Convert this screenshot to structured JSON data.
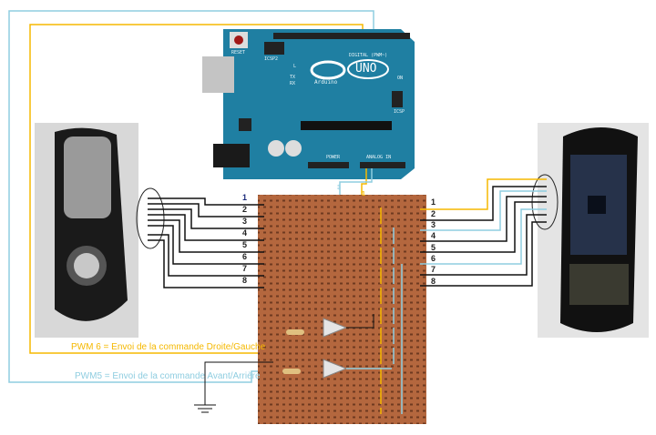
{
  "colors": {
    "pwm6_wire": "#f5b800",
    "pwm5_wire": "#8fcde0",
    "board": "#1f7fa2",
    "protoboard": "#b4673e"
  },
  "arduino": {
    "brand": "Arduino",
    "model": "UNO",
    "reset": "RESET",
    "icsp": "ICSP2",
    "digital": "DIGITAL (PWM~)",
    "analog": "ANALOG IN",
    "power": "POWER",
    "tx": "TX",
    "rx": "RX",
    "on": "ON",
    "l": "L",
    "icsp1": "ICSP"
  },
  "labels": {
    "pwm6": "PWM 6 = Envoi de la commande Droite/Gauche",
    "pwm5": "PWM5 = Envoi de la commande Avant/Arrière"
  },
  "pins_left": [
    "1",
    "2",
    "3",
    "4",
    "5",
    "6",
    "7",
    "8"
  ],
  "pins_right": [
    "1",
    "2",
    "3",
    "4",
    "5",
    "6",
    "7",
    "8"
  ],
  "wire_markers": {
    "a": "3",
    "b": "1"
  }
}
